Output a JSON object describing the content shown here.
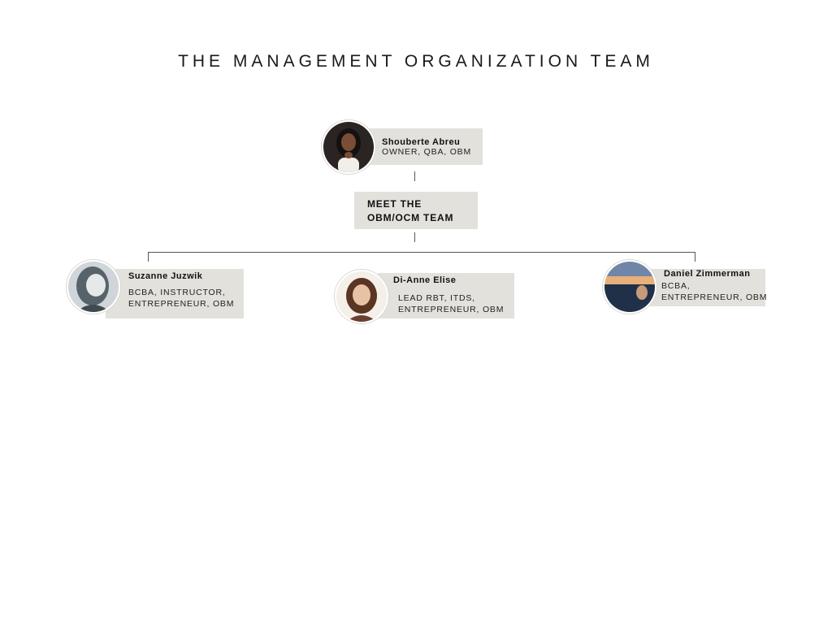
{
  "title": "THE MANAGEMENT ORGANIZATION TEAM",
  "top": {
    "name": "Shouberte Abreu",
    "role_lines": [
      "OWNER, QBA, OBM"
    ]
  },
  "group": {
    "lines": [
      "MEET THE",
      "OBM/OCM TEAM"
    ]
  },
  "members": [
    {
      "name": "Suzanne Juzwik",
      "role_lines": [
        "BCBA, INSTRUCTOR,",
        "ENTREPRENEUR, OBM"
      ]
    },
    {
      "name": "Di-Anne Elise",
      "role_lines": [
        "LEAD RBT, ITDS,",
        "ENTREPRENEUR, OBM"
      ]
    },
    {
      "name": "Daniel Zimmerman",
      "role_lines": [
        "BCBA,",
        "ENTREPRENEUR, OBM"
      ]
    }
  ],
  "colors": {
    "card_bg": "#e3e1dc",
    "line": "#555555"
  },
  "icons": {
    "avatar_top": "person-portrait-icon",
    "avatar_1": "person-portrait-icon",
    "avatar_2": "person-portrait-icon",
    "avatar_3": "person-portrait-icon"
  }
}
